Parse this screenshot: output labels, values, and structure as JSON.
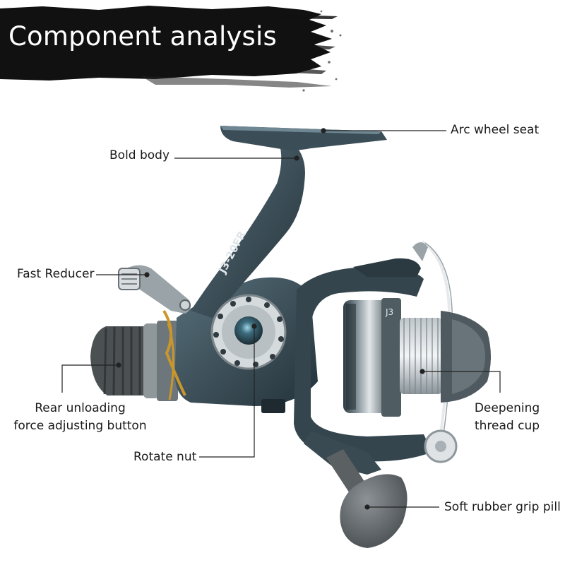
{
  "title": "Component analysis",
  "product": {
    "model_text": "J3-20FR",
    "spool_text": "J3",
    "colors": {
      "body": "#3e5059",
      "body_dark": "#23333b",
      "accent_gold": "#c9962b",
      "metal": "#a9b1b6",
      "rubber": "#5b6063",
      "ink": "#111111"
    }
  },
  "labels": {
    "arc_wheel_seat": "Arc wheel seat",
    "bold_body": "Bold body",
    "fast_reducer": "Fast Reducer",
    "rear_unloading_line1": "Rear unloading",
    "rear_unloading_line2": "force adjusting button",
    "rotate_nut": "Rotate nut",
    "deepening_line1": "Deepening",
    "deepening_line2": "thread cup",
    "soft_rubber_grip": "Soft rubber grip pill"
  }
}
